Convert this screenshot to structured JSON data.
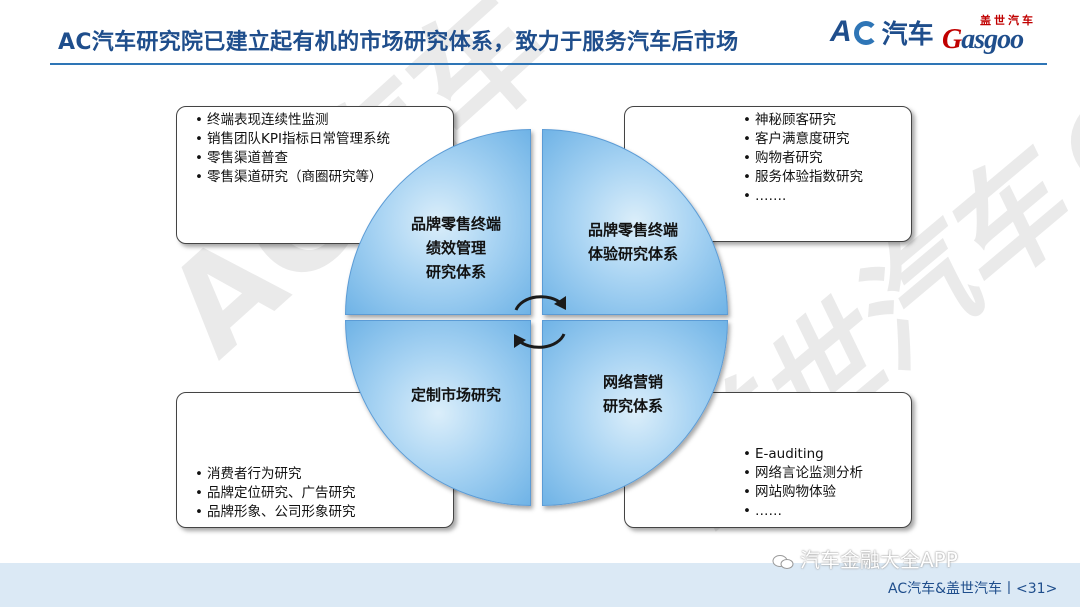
{
  "header": {
    "title": "AC汽车研究院已建立起有机的市场研究体系，致力于服务汽车后市场",
    "logo_ac_a": "A",
    "logo_ac_text": "汽车",
    "logo_gasgoo_cn": "盖世汽车",
    "logo_gasgoo_en_first": "G",
    "logo_gasgoo_en_rest": "asgoo"
  },
  "watermarks": {
    "left": "AC汽车",
    "right": "盖世汽车 Gasgoo"
  },
  "quadrants": {
    "top_left": [
      "品牌零售终端",
      "绩效管理",
      "研究体系"
    ],
    "top_right": [
      "品牌零售终端",
      "体验研究体系"
    ],
    "bottom_left": [
      "定制市场研究"
    ],
    "bottom_right": [
      "网络营销",
      "研究体系"
    ]
  },
  "boxes": {
    "top_left": [
      "终端表现连续性监测",
      "销售团队KPI指标日常管理系统",
      "零售渠道普查",
      "零售渠道研究（商圈研究等）"
    ],
    "top_right": [
      "神秘顾客研究",
      "客户满意度研究",
      "购物者研究",
      "服务体验指数研究",
      "……."
    ],
    "bottom_left": [
      "消费者行为研究",
      "品牌定位研究、广告研究",
      "品牌形象、公司形象研究"
    ],
    "bottom_right": [
      "E-auditing",
      "网络言论监测分析",
      "网站购物体验",
      "……"
    ]
  },
  "footer": {
    "wechat_label": "汽车金融大全APP",
    "page_label": "AC汽车&盖世汽车丨<31>"
  },
  "colors": {
    "title": "#1f4e8c",
    "rule": "#2e75b6",
    "quadrant_fill": "#a9d4f3",
    "footer_bar": "#dbe9f5"
  },
  "icons": {
    "cycle": "cycle-arrows-icon",
    "wechat": "wechat-icon"
  }
}
